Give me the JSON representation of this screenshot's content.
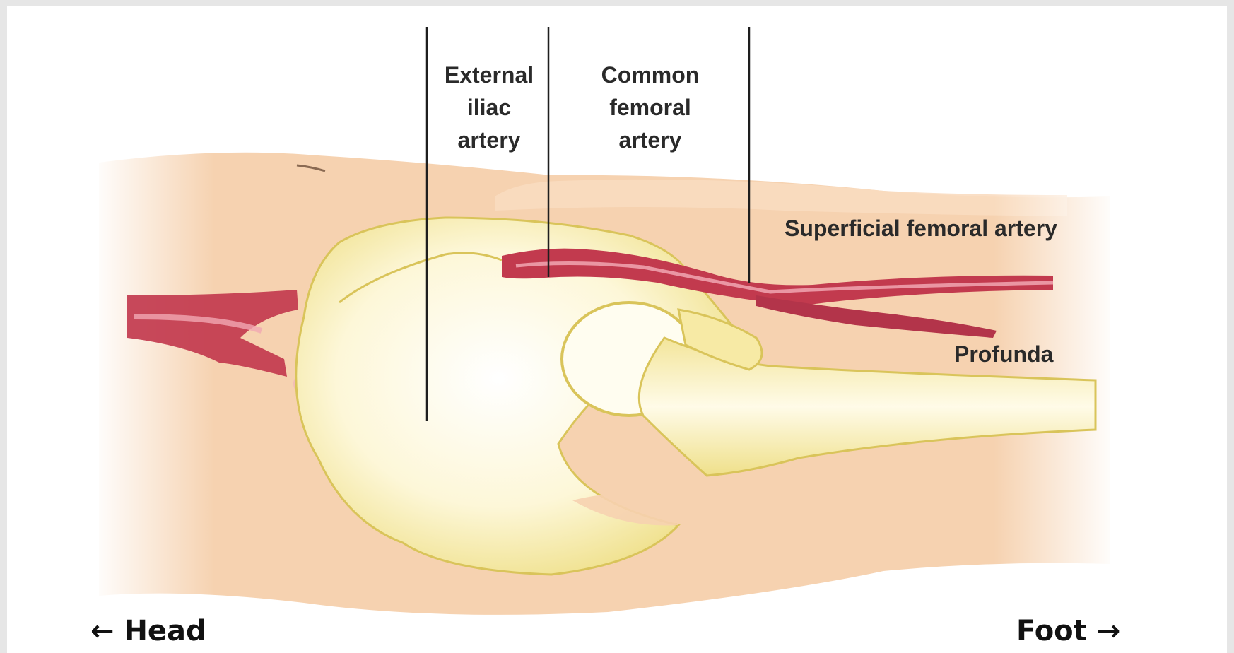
{
  "labels": {
    "external_iliac": [
      "External",
      "iliac",
      "artery"
    ],
    "common_femoral": [
      "Common",
      "femoral",
      "artery"
    ],
    "superficial_femoral": "Superficial femoral artery",
    "profunda": "Profunda"
  },
  "orientation": {
    "head": "← Head",
    "foot": "Foot →"
  },
  "colors": {
    "skin": "#f6d2b0",
    "bone": "#fbf3c9",
    "bone_outline": "#d9c45a",
    "artery": "#c23a4e",
    "artery_highlight": "#f1a7b3",
    "background": "#ffffff",
    "page_border": "#e6e6e6"
  }
}
